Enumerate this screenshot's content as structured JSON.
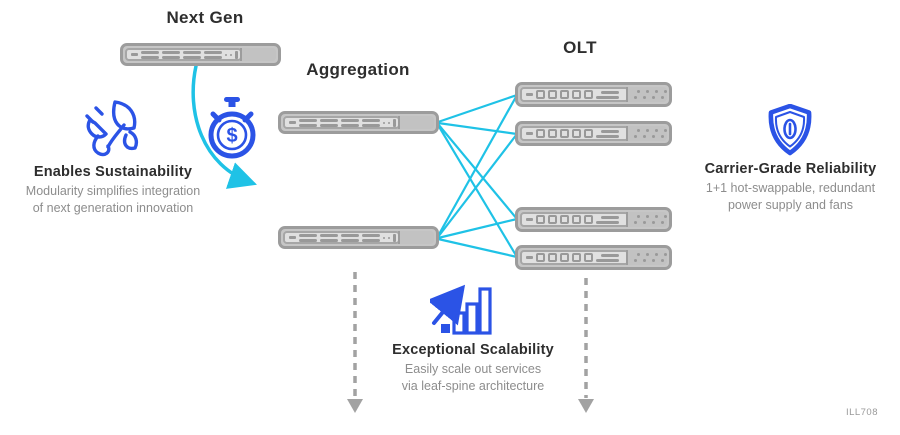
{
  "canvas": {
    "background": "#ffffff"
  },
  "colors": {
    "heading": "#2e2e2e",
    "subtitle": "#8d8d8d",
    "accent_blue": "#2b53e6",
    "accent_cyan": "#1fc2e6",
    "device_border": "#9c9c9c",
    "device_fill": "#c6c6c6",
    "device_panel": "#e0e0e0",
    "device_detail": "#999999",
    "dashed_arrow": "#a2a2a2"
  },
  "diagram": {
    "next_gen_label": "Next Gen",
    "aggregation_label": "Aggregation",
    "olt_label": "OLT",
    "aggregation_switch_count": 2,
    "olt_device_count": 4
  },
  "callouts": {
    "sustainability": {
      "icon": "eco-plug-icon",
      "title": "Enables Sustainability",
      "line1": "Modularity simplifies integration",
      "line2": "of next generation innovation"
    },
    "cost_savings": {
      "icon": "stopwatch-dollar-icon",
      "glyph": "$"
    },
    "reliability": {
      "icon": "shield-icon",
      "title": "Carrier-Grade Reliability",
      "line1": "1+1 hot-swappable, redundant",
      "line2": "power supply and fans"
    },
    "scalability": {
      "icon": "growth-chart-icon",
      "title": "Exceptional Scalability",
      "line1": "Easily scale out services",
      "line2": "via leaf-spine architecture"
    }
  },
  "figure_id": "ILL708"
}
